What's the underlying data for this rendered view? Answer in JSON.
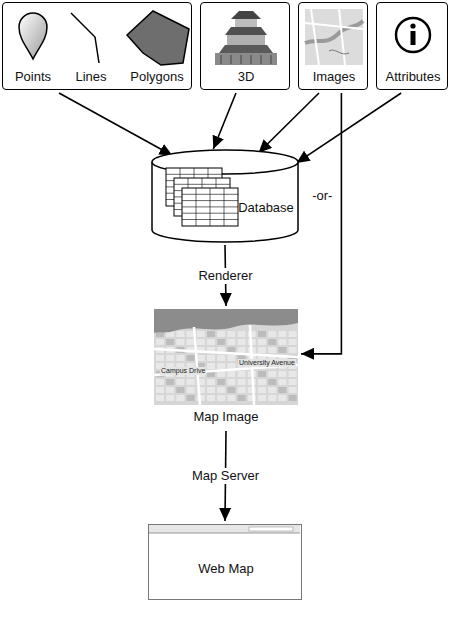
{
  "diagram": {
    "nodes": [
      {
        "text": [
          "Points",
          "Lines",
          "Polygons"
        ]
      },
      {
        "text": [
          "3D"
        ]
      },
      {
        "text": [
          "Images"
        ]
      },
      {
        "text": [
          "Attributes"
        ]
      },
      {
        "text": [
          "Database"
        ]
      },
      {
        "text": [
          "Map Image"
        ]
      },
      {
        "text": [
          "Web Map"
        ]
      }
    ],
    "edges": [
      {
        "from": 0,
        "to": 4,
        "arrow": "to"
      },
      {
        "from": 1,
        "to": 4,
        "arrow": "to"
      },
      {
        "from": 2,
        "to": 4,
        "arrow": "to"
      },
      {
        "from": 3,
        "to": 4,
        "arrow": "to"
      },
      {
        "from": 4,
        "to": 5,
        "label": "Renderer",
        "arrow": "to"
      },
      {
        "from": 2,
        "to": 5,
        "label": "-or-",
        "arrow": "to"
      },
      {
        "from": 5,
        "to": 6,
        "label": "Map Server",
        "arrow": "to"
      }
    ],
    "labels": [
      "Campus Drive",
      "University Avenue"
    ]
  }
}
